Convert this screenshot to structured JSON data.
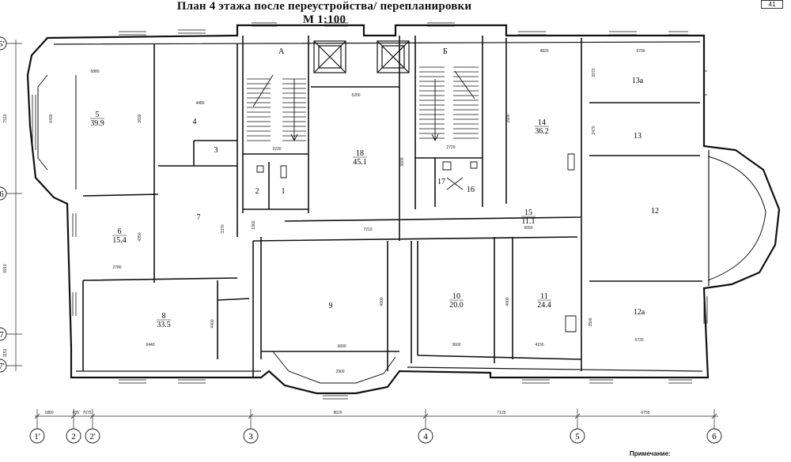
{
  "title": {
    "line1": "План 4 этажа после переустройства/ перепланировки",
    "line2": "М 1:100"
  },
  "page_number": "41",
  "note": "Примечание:",
  "stairs": {
    "a": "А",
    "b": "Б"
  },
  "rooms": [
    {
      "id": "5",
      "number": "5",
      "area": "39.9"
    },
    {
      "id": "4",
      "number": "4",
      "area": ""
    },
    {
      "id": "3",
      "number": "3",
      "area": ""
    },
    {
      "id": "2",
      "number": "2",
      "area": ""
    },
    {
      "id": "1",
      "number": "1",
      "area": ""
    },
    {
      "id": "18",
      "number": "18",
      "area": "45.1"
    },
    {
      "id": "17",
      "number": "17",
      "area": ""
    },
    {
      "id": "16",
      "number": "16",
      "area": ""
    },
    {
      "id": "14",
      "number": "14",
      "area": "36.2"
    },
    {
      "id": "13a",
      "number": "13а",
      "area": ""
    },
    {
      "id": "13",
      "number": "13",
      "area": ""
    },
    {
      "id": "12",
      "number": "12",
      "area": ""
    },
    {
      "id": "12a",
      "number": "12а",
      "area": ""
    },
    {
      "id": "15",
      "number": "15",
      "area": "11.1"
    },
    {
      "id": "6",
      "number": "6",
      "area": "15.4"
    },
    {
      "id": "7",
      "number": "7",
      "area": ""
    },
    {
      "id": "8",
      "number": "8",
      "area": "33.5"
    },
    {
      "id": "9",
      "number": "9",
      "area": ""
    },
    {
      "id": "10",
      "number": "10",
      "area": "20.0"
    },
    {
      "id": "11",
      "number": "11",
      "area": "24.4"
    }
  ],
  "dimensions": [
    {
      "id": "d5a",
      "text": "5880"
    },
    {
      "id": "d5b",
      "text": "6430"
    },
    {
      "id": "d4",
      "text": "4480"
    },
    {
      "id": "d4v",
      "text": "3600"
    },
    {
      "id": "dA",
      "text": "2220"
    },
    {
      "id": "d18",
      "text": "5200"
    },
    {
      "id": "d18v",
      "text": "3000"
    },
    {
      "id": "dB",
      "text": "2720"
    },
    {
      "id": "d14",
      "text": "4820"
    },
    {
      "id": "d14v",
      "text": "3900"
    },
    {
      "id": "d13a",
      "text": "5700"
    },
    {
      "id": "d13av",
      "text": "3070"
    },
    {
      "id": "d13v",
      "text": "2470"
    },
    {
      "id": "d15a",
      "text": "7210"
    },
    {
      "id": "d15b",
      "text": "6650"
    },
    {
      "id": "d6",
      "text": "2780"
    },
    {
      "id": "d6v",
      "text": "4350"
    },
    {
      "id": "d7v",
      "text": "3370"
    },
    {
      "id": "dcorr",
      "text": "1960"
    },
    {
      "id": "d8",
      "text": "6440"
    },
    {
      "id": "d8v",
      "text": "4400"
    },
    {
      "id": "d9",
      "text": "6890"
    },
    {
      "id": "d9b",
      "text": "2900"
    },
    {
      "id": "d9v",
      "text": "4000"
    },
    {
      "id": "d10",
      "text": "3600"
    },
    {
      "id": "d11",
      "text": "4150"
    },
    {
      "id": "d11v",
      "text": "4000"
    },
    {
      "id": "d12a",
      "text": "5720"
    },
    {
      "id": "d12av",
      "text": "3500"
    },
    {
      "id": "dl1",
      "text": "7510"
    },
    {
      "id": "dl2",
      "text": "6910"
    },
    {
      "id": "dl3",
      "text": "1153"
    }
  ],
  "bottom_dims": [
    "1880",
    "835",
    "7675",
    "8620",
    "7125",
    "6755"
  ],
  "axes_bottom": [
    "1'",
    "2",
    "2'",
    "3",
    "4",
    "5",
    "6"
  ],
  "axes_left": [
    "5'",
    "6",
    "7",
    "7'"
  ]
}
